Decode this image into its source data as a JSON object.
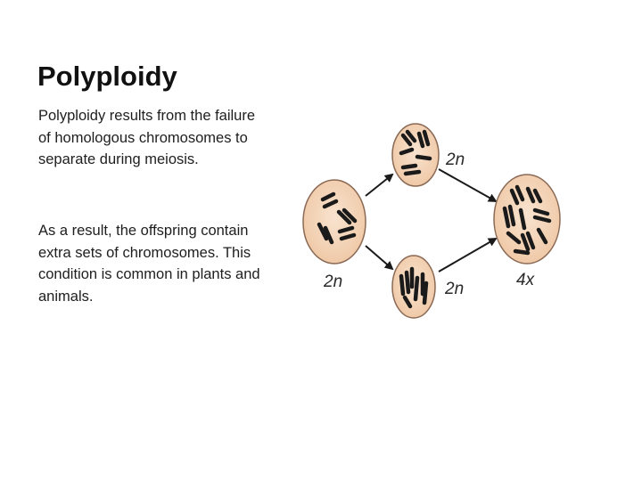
{
  "slide": {
    "title": "Polyploidy",
    "paragraph_1": "Polyploidy results from the failure of homologous chromosomes to separate during meiosis.",
    "paragraph_2": "As a result, the offspring contain extra sets of chromosomes. This condition is common in plants and animals."
  },
  "diagram": {
    "cells": [
      {
        "id": "parent",
        "label": "2n"
      },
      {
        "id": "gamete-top",
        "label": "2n"
      },
      {
        "id": "gamete-bottom",
        "label": "2n"
      },
      {
        "id": "offspring",
        "label": "4x"
      }
    ],
    "arrows": [
      {
        "from": "parent",
        "to": "gamete-top"
      },
      {
        "from": "parent",
        "to": "gamete-bottom"
      },
      {
        "from": "gamete-top",
        "to": "offspring"
      },
      {
        "from": "gamete-bottom",
        "to": "offspring"
      }
    ],
    "colors": {
      "cell_fill": "#f3d3b6",
      "cell_stroke": "#8a6a55",
      "chromosome": "#1a1a1a",
      "arrow": "#1a1a1a"
    }
  }
}
